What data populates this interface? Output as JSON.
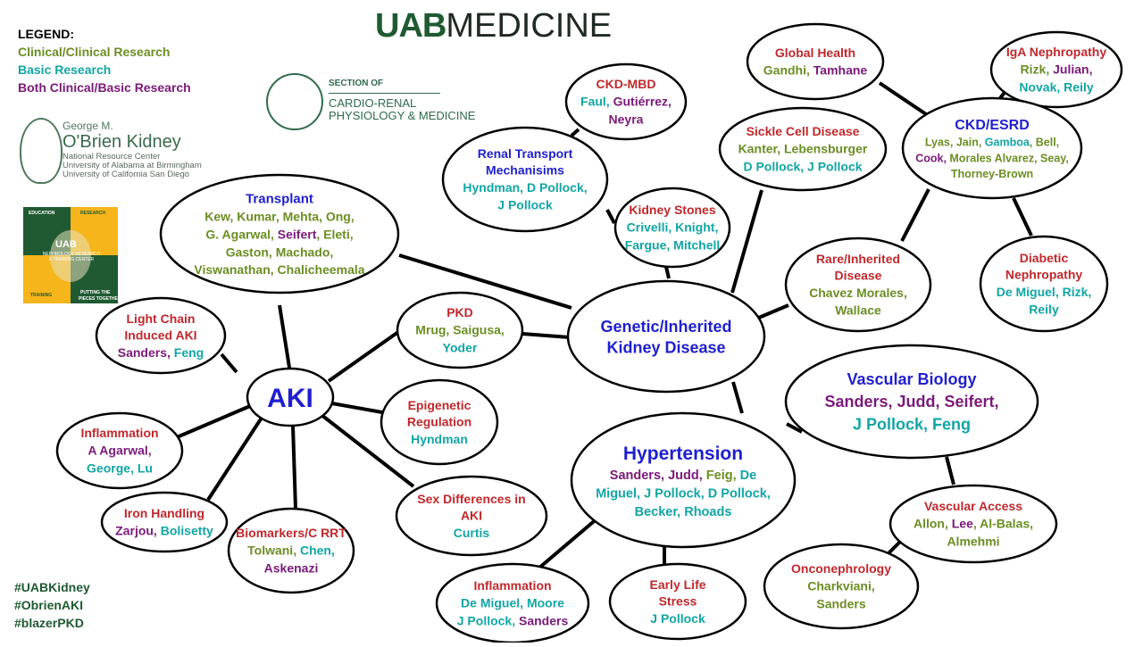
{
  "colors": {
    "clinical": "#6b8e23",
    "basic": "#13a5a5",
    "both": "#7b1a7a",
    "title_red": "#c0282d",
    "title_blue": "#1f1fd0",
    "green_dark": "#1f5a32"
  },
  "legend": {
    "heading": "LEGEND:",
    "items": [
      {
        "label": "Clinical/Clinical Research",
        "color": "clinical"
      },
      {
        "label": "Basic Research",
        "color": "basic"
      },
      {
        "label": "Both Clinical/Basic Research",
        "color": "both"
      }
    ]
  },
  "logos": {
    "uab_bold": "UAB",
    "uab_rest": "MEDICINE",
    "section_small": "SECTION OF",
    "section_line1": "CARDIO-RENAL",
    "section_line2": "PHYSIOLOGY & MEDICINE",
    "obrien_line1": "George M.",
    "obrien_line2": "O'Brien Kidney",
    "obrien_line3": "National Resource Center",
    "obrien_line4": "University of Alabama at Birmingham",
    "obrien_line5": "University of California San Diego",
    "nrtc_education": "EDUCATION",
    "nrtc_research": "RESEARCH",
    "nrtc_training": "TRAINING",
    "nrtc_putting1": "PUTTING THE",
    "nrtc_putting2": "PIECES TOGETHER",
    "nrtc_uab": "UAB",
    "nrtc_name1": "NEPHROLOGY RESEARCH",
    "nrtc_name2": "& TRAINING CENTER"
  },
  "hashtags": [
    "#UABKidney",
    "#ObrienAKI",
    "#blazerPKD"
  ],
  "nodes": [
    {
      "id": "aki",
      "title": [
        "AKI"
      ],
      "title_color": "title_blue",
      "title_size": 30,
      "lines": []
    },
    {
      "id": "genetic",
      "title": [
        "Genetic/Inherited",
        "Kidney Disease"
      ],
      "title_color": "title_blue",
      "title_size": 18,
      "lines": []
    },
    {
      "id": "hypertension",
      "title": [
        "Hypertension"
      ],
      "title_color": "title_blue",
      "title_size": 21,
      "lines": [
        [
          {
            "t": "Sanders, Judd, ",
            "c": "both"
          },
          {
            "t": "Feig, ",
            "c": "clinical"
          },
          {
            "t": "De",
            "c": "basic"
          }
        ],
        [
          {
            "t": "Miguel, J Pollock, D Pollock,",
            "c": "basic"
          }
        ],
        [
          {
            "t": "Becker, Rhoads",
            "c": "basic"
          }
        ]
      ]
    },
    {
      "id": "vascular_bio",
      "title": [
        "Vascular Biology"
      ],
      "title_color": "title_blue",
      "title_size": 18,
      "lines": [
        [
          {
            "t": "Sanders, Judd, Seifert,",
            "c": "both"
          }
        ],
        [
          {
            "t": "J Pollock, Feng",
            "c": "basic"
          }
        ]
      ]
    },
    {
      "id": "transplant",
      "title": [
        "Transplant"
      ],
      "title_color": "title_blue",
      "title_size": 15,
      "lines": [
        [
          {
            "t": "Kew, Kumar,  Mehta, Ong,",
            "c": "clinical"
          }
        ],
        [
          {
            "t": "G. Agarwal, ",
            "c": "clinical"
          },
          {
            "t": "Seifert",
            "c": "both"
          },
          {
            "t": ", Eleti,",
            "c": "clinical"
          }
        ],
        [
          {
            "t": "Gaston, Machado,",
            "c": "clinical"
          }
        ],
        [
          {
            "t": "Viswanathan, Chalicheemala",
            "c": "clinical"
          }
        ]
      ]
    },
    {
      "id": "light_chain",
      "title": [
        "Light Chain",
        "Induced AKI"
      ],
      "title_color": "title_red",
      "title_size": 14,
      "lines": [
        [
          {
            "t": "Sanders",
            "c": "both"
          },
          {
            "t": ", ",
            "c": "both"
          },
          {
            "t": "Feng",
            "c": "basic"
          }
        ]
      ]
    },
    {
      "id": "inflammation_aki",
      "title": [
        "Inflammation"
      ],
      "title_color": "title_red",
      "title_size": 14,
      "lines": [
        [
          {
            "t": "A Agarwal,",
            "c": "both"
          }
        ],
        [
          {
            "t": "George, Lu",
            "c": "basic"
          }
        ]
      ]
    },
    {
      "id": "iron",
      "title": [
        "Iron Handling"
      ],
      "title_color": "title_red",
      "title_size": 14,
      "lines": [
        [
          {
            "t": "Zarjou, ",
            "c": "both"
          },
          {
            "t": "Bolisetty",
            "c": "basic"
          }
        ]
      ]
    },
    {
      "id": "biomarkers",
      "title": [
        "Biomarkers/C RRT"
      ],
      "title_color": "title_red",
      "title_size": 14,
      "lines": [
        [
          {
            "t": "Tolwani, ",
            "c": "clinical"
          },
          {
            "t": "Chen,",
            "c": "basic"
          }
        ],
        [
          {
            "t": "Askenazi",
            "c": "both"
          }
        ]
      ]
    },
    {
      "id": "sex_diff",
      "title": [
        "Sex Differences in",
        "AKI"
      ],
      "title_color": "title_red",
      "title_size": 14,
      "lines": [
        [
          {
            "t": "Curtis",
            "c": "basic"
          }
        ]
      ]
    },
    {
      "id": "epigenetic",
      "title": [
        "Epigenetic",
        "Regulation"
      ],
      "title_color": "title_red",
      "title_size": 14,
      "lines": [
        [
          {
            "t": "Hyndman",
            "c": "basic"
          }
        ]
      ]
    },
    {
      "id": "pkd",
      "title": [
        "PKD"
      ],
      "title_color": "title_red",
      "title_size": 14,
      "lines": [
        [
          {
            "t": "Mrug, Saigusa,",
            "c": "clinical"
          }
        ],
        [
          {
            "t": "Yoder",
            "c": "basic"
          }
        ]
      ]
    },
    {
      "id": "renal_transport",
      "title": [
        "Renal Transport",
        "Mechanisims"
      ],
      "title_color": "title_blue",
      "title_size": 14,
      "lines": [
        [
          {
            "t": "Hyndman,  D Pollock,",
            "c": "basic"
          }
        ],
        [
          {
            "t": "J Pollock",
            "c": "basic"
          }
        ]
      ]
    },
    {
      "id": "ckd_mbd",
      "title": [
        "CKD-MBD"
      ],
      "title_color": "title_red",
      "title_size": 14,
      "lines": [
        [
          {
            "t": "Faul, ",
            "c": "basic"
          },
          {
            "t": "Gutiérrez,",
            "c": "both"
          }
        ],
        [
          {
            "t": "Neyra",
            "c": "both"
          }
        ]
      ]
    },
    {
      "id": "kidney_stones",
      "title": [
        "Kidney Stones"
      ],
      "title_color": "title_red",
      "title_size": 14,
      "lines": [
        [
          {
            "t": "Crivelli, Knight,",
            "c": "basic"
          }
        ],
        [
          {
            "t": "Fargue, Mitchell",
            "c": "basic"
          }
        ]
      ]
    },
    {
      "id": "sickle",
      "title": [
        "Sickle Cell Disease"
      ],
      "title_color": "title_red",
      "title_size": 14,
      "lines": [
        [
          {
            "t": "Kanter, Lebensburger",
            "c": "clinical"
          }
        ],
        [
          {
            "t": "D Pollock, J Pollock",
            "c": "basic"
          }
        ]
      ]
    },
    {
      "id": "global_health",
      "title": [
        "Global Health"
      ],
      "title_color": "title_red",
      "title_size": 14,
      "lines": [
        [
          {
            "t": "Gandhi, ",
            "c": "clinical"
          },
          {
            "t": "Tamhane",
            "c": "both"
          }
        ]
      ]
    },
    {
      "id": "iga",
      "title": [
        "IgA Nephropathy"
      ],
      "title_color": "title_red",
      "title_size": 14,
      "lines": [
        [
          {
            "t": "Rizk, ",
            "c": "clinical"
          },
          {
            "t": "Julian,",
            "c": "both"
          }
        ],
        [
          {
            "t": "Novak, Reily",
            "c": "basic"
          }
        ]
      ]
    },
    {
      "id": "ckd_esrd",
      "title": [
        "CKD/ESRD"
      ],
      "title_color": "title_blue",
      "title_size": 16,
      "lines": [
        [
          {
            "t": "Lyas, Jain, ",
            "c": "clinical"
          },
          {
            "t": "Gamboa",
            "c": "basic"
          },
          {
            "t": ", Bell,",
            "c": "clinical"
          }
        ],
        [
          {
            "t": "Cook, ",
            "c": "both"
          },
          {
            "t": "Morales Alvarez, Seay,",
            "c": "clinical"
          }
        ],
        [
          {
            "t": "Thorney-Brown",
            "c": "clinical"
          }
        ]
      ]
    },
    {
      "id": "rare",
      "title": [
        "Rare/Inherited",
        "Disease"
      ],
      "title_color": "title_red",
      "title_size": 14,
      "lines": [
        [
          {
            "t": "Chavez Morales,",
            "c": "clinical"
          }
        ],
        [
          {
            "t": "Wallace",
            "c": "clinical"
          }
        ]
      ]
    },
    {
      "id": "diabetic",
      "title": [
        "Diabetic",
        "Nephropathy"
      ],
      "title_color": "title_red",
      "title_size": 14,
      "lines": [
        [
          {
            "t": "De Miguel, Rizk,",
            "c": "basic"
          }
        ],
        [
          {
            "t": "Reily",
            "c": "basic"
          }
        ]
      ]
    },
    {
      "id": "vascular_access",
      "title": [
        "Vascular Access"
      ],
      "title_color": "title_red",
      "title_size": 14,
      "lines": [
        [
          {
            "t": "Allon, ",
            "c": "clinical"
          },
          {
            "t": "Lee",
            "c": "both"
          },
          {
            "t": ", Al-Balas,",
            "c": "clinical"
          }
        ],
        [
          {
            "t": "Almehmi",
            "c": "clinical"
          }
        ]
      ]
    },
    {
      "id": "onco",
      "title": [
        "Onconephrology"
      ],
      "title_color": "title_red",
      "title_size": 14,
      "lines": [
        [
          {
            "t": "Charkviani,",
            "c": "clinical"
          }
        ],
        [
          {
            "t": "Sanders",
            "c": "clinical"
          }
        ]
      ]
    },
    {
      "id": "inflammation_ht",
      "title": [
        "Inflammation"
      ],
      "title_color": "title_red",
      "title_size": 14,
      "lines": [
        [
          {
            "t": "De Miguel,  Moore",
            "c": "basic"
          }
        ],
        [
          {
            "t": "J Pollock, ",
            "c": "basic"
          },
          {
            "t": "Sanders",
            "c": "both"
          }
        ]
      ]
    },
    {
      "id": "early_life",
      "title": [
        "Early Life",
        "Stress"
      ],
      "title_color": "title_red",
      "title_size": 14,
      "lines": [
        [
          {
            "t": "J Pollock",
            "c": "basic"
          }
        ]
      ]
    }
  ]
}
